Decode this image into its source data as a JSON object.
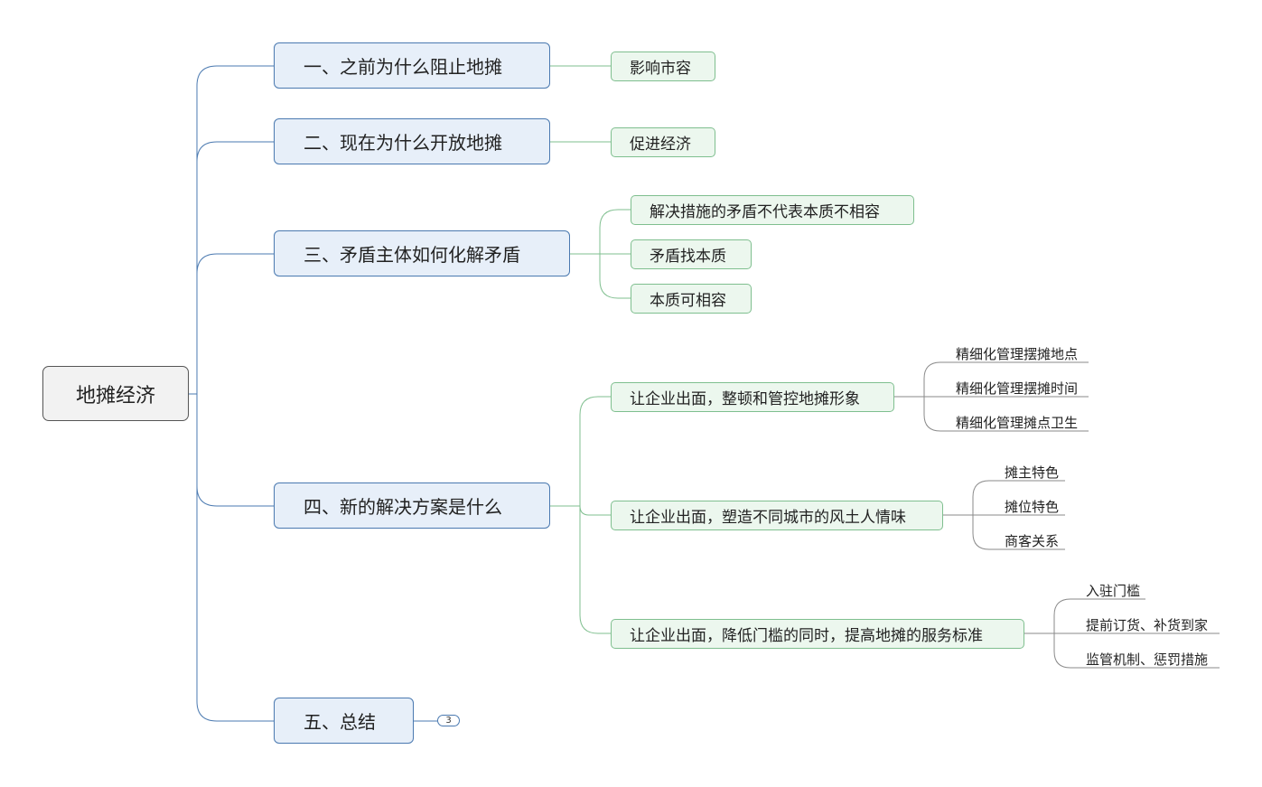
{
  "root": {
    "label": "地摊经济"
  },
  "branches": [
    {
      "label": "一、之前为什么阻止地摊",
      "children": [
        {
          "label": "影响市容"
        }
      ]
    },
    {
      "label": "二、现在为什么开放地摊",
      "children": [
        {
          "label": "促进经济"
        }
      ]
    },
    {
      "label": "三、矛盾主体如何化解矛盾",
      "children": [
        {
          "label": "解决措施的矛盾不代表本质不相容"
        },
        {
          "label": "矛盾找本质"
        },
        {
          "label": "本质可相容"
        }
      ]
    },
    {
      "label": "四、新的解决方案是什么",
      "children": [
        {
          "label": "让企业出面，整顿和管控地摊形象",
          "children": [
            {
              "label": "精细化管理摆摊地点"
            },
            {
              "label": "精细化管理摆摊时间"
            },
            {
              "label": "精细化管理摊点卫生"
            }
          ]
        },
        {
          "label": "让企业出面，塑造不同城市的风土人情味",
          "children": [
            {
              "label": "摊主特色"
            },
            {
              "label": "摊位特色"
            },
            {
              "label": "商客关系"
            }
          ]
        },
        {
          "label": "让企业出面，降低门槛的同时，提高地摊的服务标准",
          "children": [
            {
              "label": "入驻门槛"
            },
            {
              "label": "提前订货、补货到家"
            },
            {
              "label": "监管机制、惩罚措施"
            }
          ]
        }
      ]
    },
    {
      "label": "五、总结",
      "collapsed_count": "3"
    }
  ],
  "colors": {
    "main_line": "#4a79b0",
    "sub_line": "#7fbf8f",
    "leaf_line": "#8a8a8a"
  }
}
